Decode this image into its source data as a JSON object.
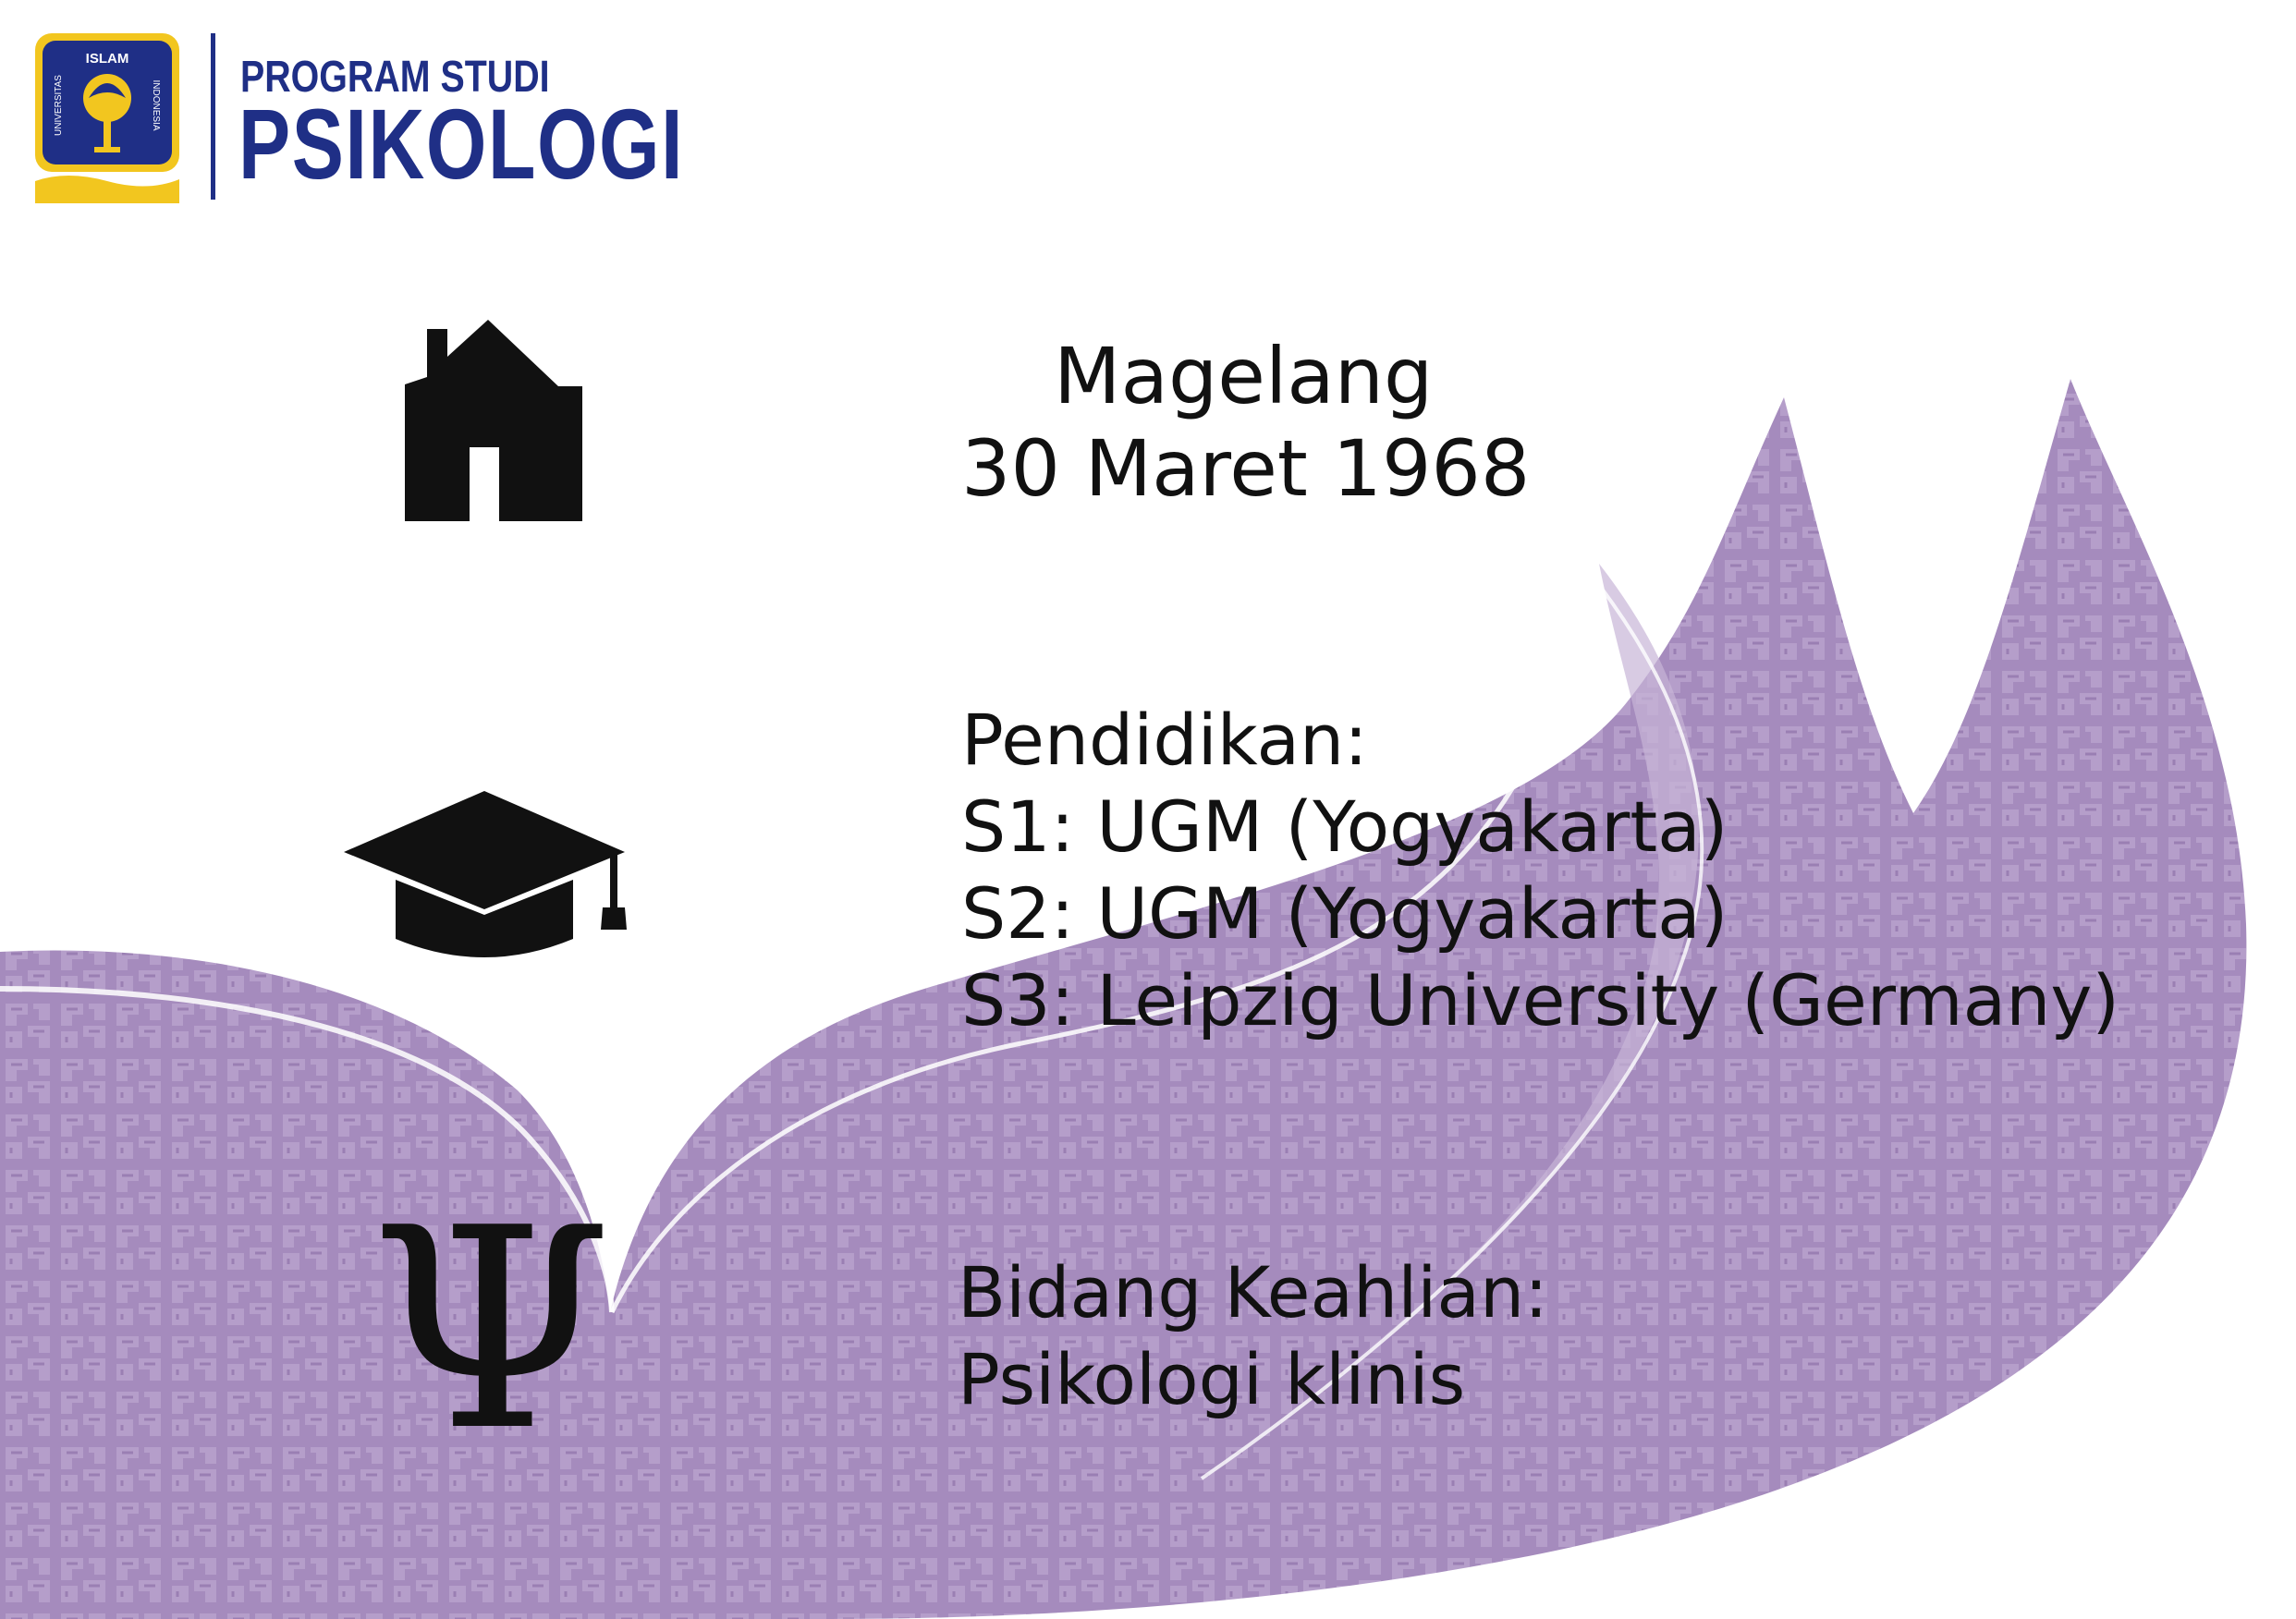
{
  "header": {
    "program_label": "PROGRAM STUDI",
    "program_name": "PSIKOLOGI",
    "emblem_text_top": "ISLAM",
    "emblem_text_left": "UNIVERSITAS",
    "emblem_text_right": "INDONESIA"
  },
  "birth": {
    "place": "Magelang",
    "date": "30 Maret 1968"
  },
  "education": {
    "title": "Pendidikan:",
    "items": [
      "S1: UGM (Yogyakarta)",
      "S2: UGM (Yogyakarta)",
      "S3: Leipzig University (Germany)"
    ]
  },
  "expertise": {
    "title": "Bidang Keahlian:",
    "value": "Psikologi klinis"
  },
  "icons": {
    "birth": "home-icon",
    "education": "graduation-cap-icon",
    "expertise": "psi-icon",
    "psi_glyph": "Ψ"
  },
  "colors": {
    "brand_blue": "#1f2f86",
    "emblem_gold": "#f2c61f",
    "flame_purple": "#a58bbd",
    "flame_purple_dark": "#8e72a9"
  }
}
